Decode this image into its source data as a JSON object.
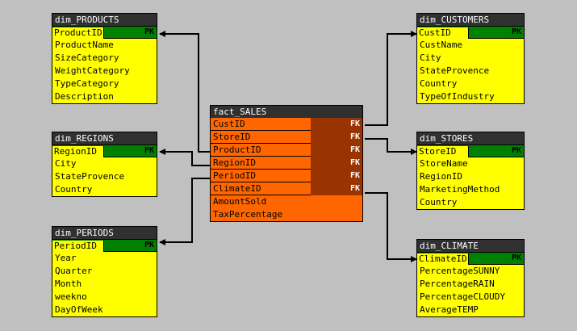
{
  "tables": {
    "dim_products": {
      "name": "dim_PRODUCTS",
      "key": "ProductID",
      "key_tag": "PK",
      "fields": [
        "ProductName",
        "SizeCategory",
        "WeightCategory",
        "TypeCategory",
        "Description"
      ]
    },
    "dim_regions": {
      "name": "dim_REGIONS",
      "key": "RegionID",
      "key_tag": "PK",
      "fields": [
        "City",
        "StateProvence",
        "Country"
      ]
    },
    "dim_periods": {
      "name": "dim_PERIODS",
      "key": "PeriodID",
      "key_tag": "PK",
      "fields": [
        "Year",
        "Quarter",
        "Month",
        "weekno",
        "DayOfWeek"
      ]
    },
    "dim_customers": {
      "name": "dim_CUSTOMERS",
      "key": "CustID",
      "key_tag": "PK",
      "fields": [
        "CustName",
        "City",
        "StateProvence",
        "Country",
        "TypeOfIndustry"
      ]
    },
    "dim_stores": {
      "name": "dim_STORES",
      "key": "StoreID",
      "key_tag": "PK",
      "fields": [
        "StoreName",
        "RegionID",
        "MarketingMethod",
        "Country"
      ]
    },
    "dim_climate": {
      "name": "dim_CLIMATE",
      "key": "ClimateID",
      "key_tag": "PK",
      "fields": [
        "PercentageSUNNY",
        "PercentageRAIN",
        "PercentageCLOUDY",
        "AverageTEMP"
      ]
    },
    "fact_sales": {
      "name": "fact_SALES",
      "fk_tag": "FK",
      "foreign_keys": [
        "CustID",
        "StoreID",
        "ProductID",
        "RegionID",
        "PeriodID",
        "ClimateID"
      ],
      "measures": [
        "AmountSold",
        "TaxPercentage"
      ]
    }
  },
  "colors": {
    "background": "#c0c0c0",
    "header": "#303030",
    "dimension": "#ffff00",
    "primary_key": "#008000",
    "fact": "#ff6600",
    "foreign_key": "#993300"
  }
}
